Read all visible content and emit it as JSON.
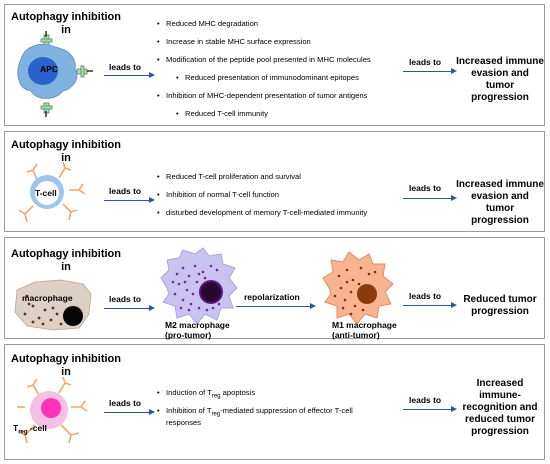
{
  "panels": [
    {
      "title_line1": "Autophagy inhibition",
      "title_line2": "in",
      "cell_label": "APC",
      "leads_to_1": "leads to",
      "bullets": [
        "Reduced MHC degradation",
        "Increase in stable MHC surface expression",
        "Modification of the peptide pool presented in MHC molecules",
        "Reduced presentation of immunodominant epitopes",
        "Inhibition of MHC-dependent presentation of tumor antigens",
        "Reduced T-cell immunity"
      ],
      "leads_to_2": "leads to",
      "outcome": [
        "Increased immune",
        "evasion and",
        "tumor progression"
      ]
    },
    {
      "title_line1": "Autophagy inhibition",
      "title_line2": "in",
      "cell_label": "T-cell",
      "leads_to_1": "leads to",
      "bullets": [
        "Reduced T-cell proliferation and survival",
        "Inhibition of normal T-cell function",
        "disturbed development of memory T-cell-mediated immunity"
      ],
      "leads_to_2": "leads to",
      "outcome": [
        "Increased immune",
        "evasion and",
        "tumor progression"
      ]
    },
    {
      "title_line1": "Autophagy inhibition",
      "title_line2": "in",
      "cell_label": "macrophage",
      "leads_to_1": "leads to",
      "m2_caption": [
        "M2 macrophage",
        "(pro-tumor)"
      ],
      "repolarization": "repolarization",
      "m1_caption": [
        "M1 macrophage",
        "(anti-tumor)"
      ],
      "leads_to_2": "leads to",
      "outcome": [
        "Reduced  tumor",
        "progression"
      ]
    },
    {
      "title_line1": "Autophagy inhibition",
      "title_line2": "in",
      "cell_label_main": "T",
      "cell_label_sub": "reg",
      "cell_label_suffix": " -cell",
      "leads_to_1": "leads to",
      "bullet1_pre": "Induction of T",
      "bullet1_sub": "reg",
      "bullet1_post": " apoptosis",
      "bullet2_pre": "Inhibition of T",
      "bullet2_sub": "reg",
      "bullet2_post": "-mediated suppression of effector T-cell",
      "bullet2_line2": "responses",
      "leads_to_2": "leads to",
      "outcome": [
        "Increased immune-",
        "recognition and",
        "reduced  tumor",
        "progression"
      ]
    }
  ],
  "colors": {
    "arrow": "#2f5597",
    "apc": "#7fb2df",
    "nucleus_blue": "#2a62c9",
    "receptor_green": "#aadcb6",
    "tcell_ring": "#9cc6ec",
    "m2_body": "#c9c4ef",
    "m2_dots": "#7a1fa2",
    "m1_body": "#f8b490",
    "m1_nucleus": "#8a3a0c",
    "macro_body": "#ddd0c4",
    "treg_pink": "#ff33bb",
    "treg_halo": "#f6bfe4"
  }
}
